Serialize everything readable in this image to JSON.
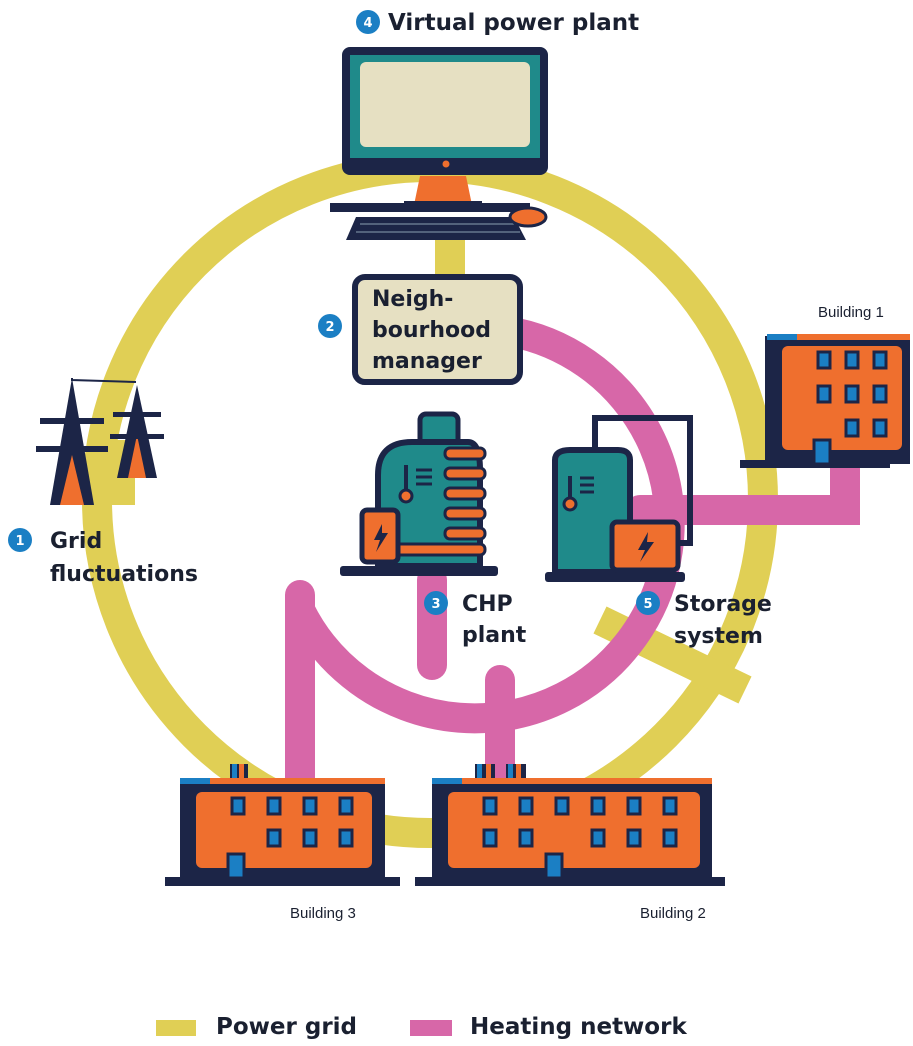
{
  "labels": {
    "virtual_power_plant": {
      "number": "4",
      "text": "Virtual power plant"
    },
    "neighbourhood_manager": {
      "number": "2",
      "lines": [
        "Neigh-",
        "bourhood",
        "manager"
      ]
    },
    "grid_fluctuations": {
      "number": "1",
      "lines": [
        "Grid",
        "fluctuations"
      ]
    },
    "chp_plant": {
      "number": "3",
      "lines": [
        "CHP",
        "plant"
      ]
    },
    "storage_system": {
      "number": "5",
      "lines": [
        "Storage",
        "system"
      ]
    }
  },
  "buildings": {
    "building_1": "Building 1",
    "building_2": "Building 2",
    "building_3": "Building 3"
  },
  "legend": {
    "power_grid": {
      "label": "Power grid",
      "color": "#e0cf55"
    },
    "heating_network": {
      "label": "Heating network",
      "color": "#d767a8"
    }
  },
  "colors": {
    "navy": "#1c2547",
    "orange": "#ef6f2e",
    "teal": "#1f8a8a",
    "badge": "#1b7fc4",
    "screen": "#e6e0c2"
  }
}
